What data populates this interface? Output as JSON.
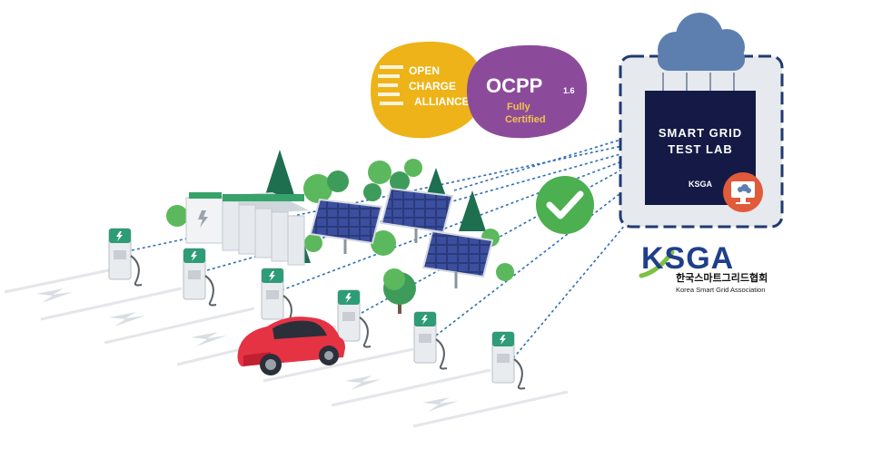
{
  "oca_badge": {
    "line1": "OPEN",
    "line2": "CHARGE",
    "line3": "ALLIANCE"
  },
  "ocpp_badge": {
    "name": "OCPP",
    "version": "1.6",
    "line1": "Fully",
    "line2": "Certified"
  },
  "lab": {
    "line1": "SMART GRID",
    "line2": "TEST LAB",
    "logo_small": "KSGA"
  },
  "ksga": {
    "logo": "KSGA",
    "korean": "한국스마트그리드협회",
    "english": "Korea Smart Grid Association"
  },
  "colors": {
    "oca": "#eeb318",
    "ocpp": "#8c4b9a",
    "lab_dark": "#141a45",
    "check": "#4caf50",
    "car": "#e53343",
    "charger_teal": "#2e9c76",
    "cloud": "#5d7fb0"
  },
  "icons": [
    "cloud-icon",
    "checkmark-icon",
    "monitor-cloud-icon",
    "lightning-icon"
  ]
}
